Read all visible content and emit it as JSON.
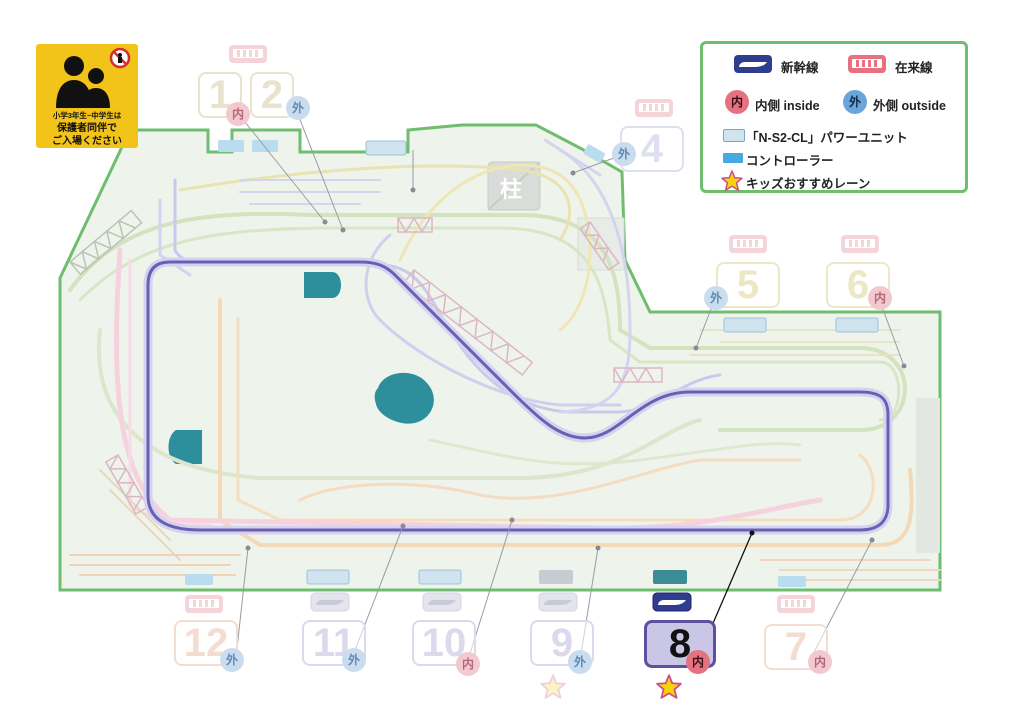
{
  "sign": {
    "line1": "小学3年生~中学生は",
    "line2": "保護者同伴で",
    "line3": "ご入場ください"
  },
  "legend": {
    "shinkansen": "新幹線",
    "zairaisen": "在来線",
    "inside_badge": "内",
    "inside_label": "内側 inside",
    "outside_badge": "外",
    "outside_label": "外側 outside",
    "power_unit": "「N-S2-CL」パワーユニット",
    "controller": "コントローラー",
    "kids_lane": "キッズおすすめレーン"
  },
  "pillar": "柱",
  "colors": {
    "floor": "#eef4ec",
    "wall": "#6fbd6f",
    "shinkansen_track": "#6b5fb4",
    "accent_in": "#e7727f",
    "accent_out": "#6aa6da",
    "star": "#f5d40c",
    "power_unit": "#bfdcea",
    "controller": "#47a9e0"
  },
  "stations": [
    {
      "id": "1",
      "number": "1",
      "side": "内",
      "side_type": "in",
      "train": "zairaisen",
      "highlight": false
    },
    {
      "id": "2",
      "number": "2",
      "side": "外",
      "side_type": "out",
      "train": "zairaisen",
      "highlight": false
    },
    {
      "id": "4",
      "number": "4",
      "side": "外",
      "side_type": "out",
      "train": "zairaisen",
      "highlight": false
    },
    {
      "id": "5",
      "number": "5",
      "side": "外",
      "side_type": "out",
      "train": "zairaisen",
      "highlight": false
    },
    {
      "id": "6",
      "number": "6",
      "side": "内",
      "side_type": "in",
      "train": "zairaisen",
      "highlight": false
    },
    {
      "id": "7",
      "number": "7",
      "side": "内",
      "side_type": "in",
      "train": "zairaisen",
      "highlight": false
    },
    {
      "id": "8",
      "number": "8",
      "side": "内",
      "side_type": "in",
      "train": "shinkansen",
      "highlight": true,
      "kids": true
    },
    {
      "id": "9",
      "number": "9",
      "side": "外",
      "side_type": "out",
      "train": "shinkansen",
      "highlight": false,
      "kids": true
    },
    {
      "id": "10",
      "number": "10",
      "side": "内",
      "side_type": "in",
      "train": "shinkansen",
      "highlight": false
    },
    {
      "id": "11",
      "number": "11",
      "side": "外",
      "side_type": "out",
      "train": "shinkansen",
      "highlight": false
    },
    {
      "id": "12",
      "number": "12",
      "side": "外",
      "side_type": "out",
      "train": "zairaisen",
      "highlight": false
    }
  ]
}
